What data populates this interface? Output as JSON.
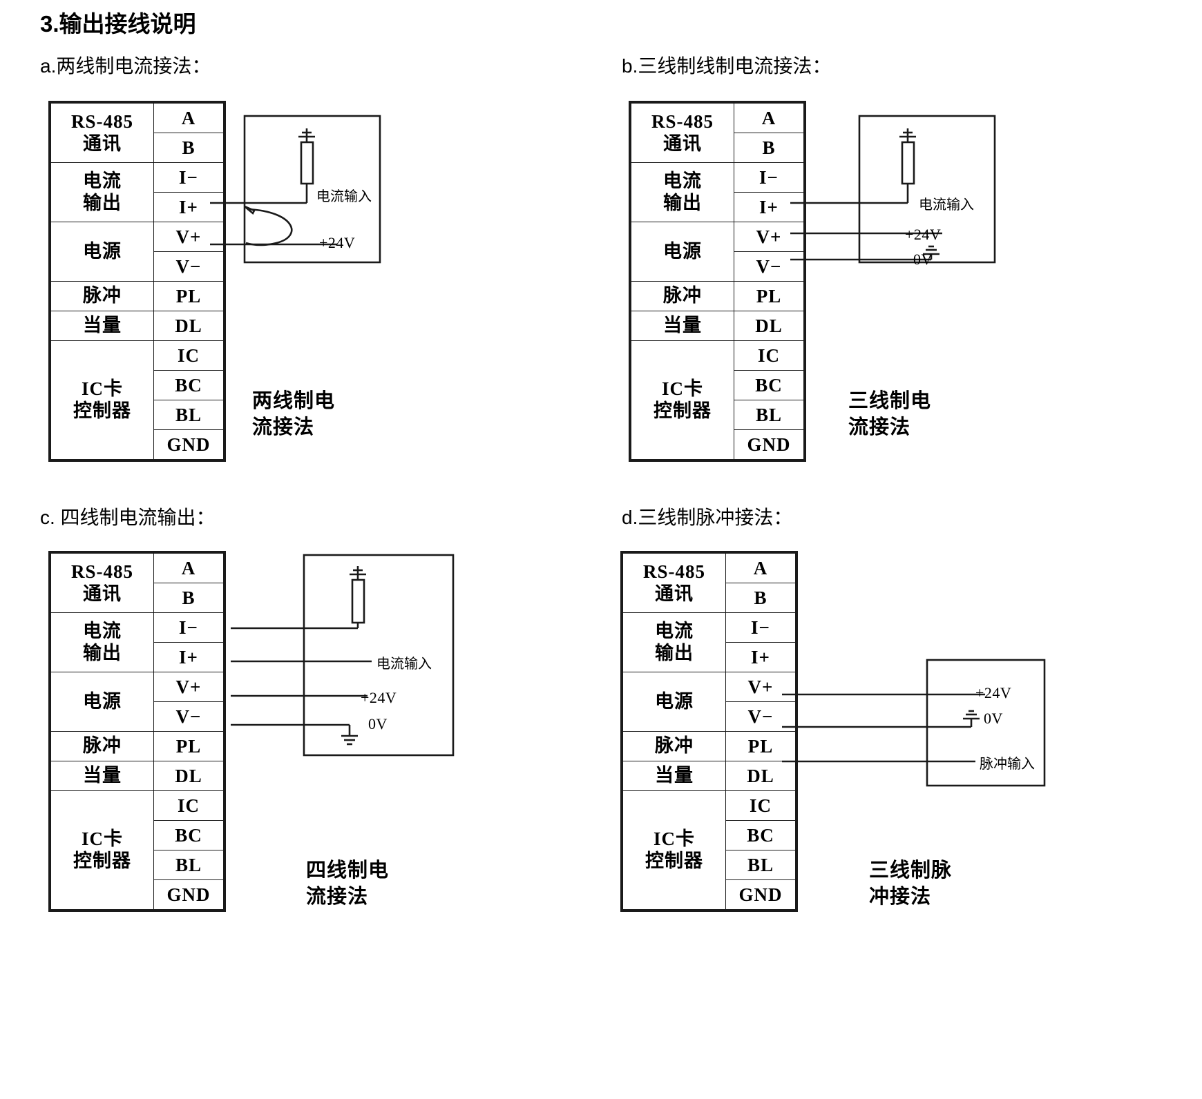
{
  "document": {
    "title": "3.输出接线说明"
  },
  "terminal_table": {
    "rows": [
      {
        "group": "RS-485\n通讯",
        "group_span": 2,
        "pins": [
          "A",
          "B"
        ]
      },
      {
        "group": "电流\n输出",
        "group_span": 2,
        "pins": [
          "I−",
          "I+"
        ]
      },
      {
        "group": "电源",
        "group_span": 2,
        "pins": [
          "V+",
          "V−"
        ]
      },
      {
        "group": "脉冲",
        "group_span": 1,
        "pins": [
          "PL"
        ]
      },
      {
        "group": "当量",
        "group_span": 1,
        "pins": [
          "DL"
        ]
      },
      {
        "group": "IC卡\n控制器",
        "group_span": 4,
        "pins": [
          "IC",
          "BC",
          "BL",
          "GND"
        ]
      }
    ],
    "flat_pins": [
      "A",
      "B",
      "I−",
      "I+",
      "V+",
      "V−",
      "PL",
      "DL",
      "IC",
      "BC",
      "BL",
      "GND"
    ]
  },
  "panels": [
    {
      "id": "a",
      "title": "a.两线制电流接法：",
      "caption": "两线制电\n流接法",
      "labels": {
        "current_input": "电流输入",
        "power_24v": "+24V"
      },
      "connected_pins": [
        "I+",
        "V+"
      ],
      "has_loop_arrow": true,
      "has_ground_0v": false
    },
    {
      "id": "b",
      "title": "b.三线制线制电流接法：",
      "caption": "三线制电\n流接法",
      "labels": {
        "current_input": "电流输入",
        "power_24v": "+24V",
        "ground_0v": "0V"
      },
      "connected_pins": [
        "I+",
        "V+",
        "V−"
      ],
      "has_loop_arrow": false,
      "has_ground_0v": true
    },
    {
      "id": "c",
      "title": "c. 四线制电流输出：",
      "caption": "四线制电\n流接法",
      "labels": {
        "current_input": "电流输入",
        "power_24v": "+24V",
        "ground_0v": "0V"
      },
      "connected_pins": [
        "I−",
        "I+",
        "V+",
        "V−"
      ],
      "has_loop_arrow": false,
      "has_ground_0v": true
    },
    {
      "id": "d",
      "title": "d.三线制脉冲接法：",
      "caption": "三线制脉\n冲接法",
      "labels": {
        "power_24v": "+24V",
        "ground_0v": "0V",
        "pulse_input": "脉冲输入"
      },
      "connected_pins": [
        "V+",
        "V−",
        "PL"
      ],
      "has_loop_arrow": false,
      "has_ground_0v": true
    }
  ],
  "colors": {
    "ink": "#1a1a1a",
    "background": "#ffffff"
  }
}
